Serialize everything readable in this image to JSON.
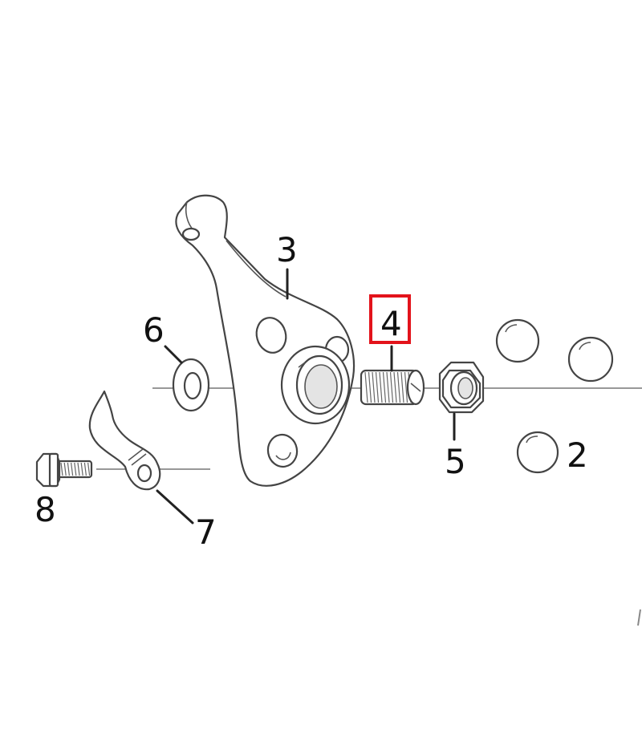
{
  "callouts": {
    "c2": "2",
    "c3": "3",
    "c4": "4",
    "c5": "5",
    "c6": "6",
    "c7": "7",
    "c8": "8"
  },
  "highlight": {
    "label": "4",
    "color": "#e3131b"
  },
  "colors": {
    "line": "#444444",
    "fill": "#ffffff",
    "background": "#ffffff"
  }
}
